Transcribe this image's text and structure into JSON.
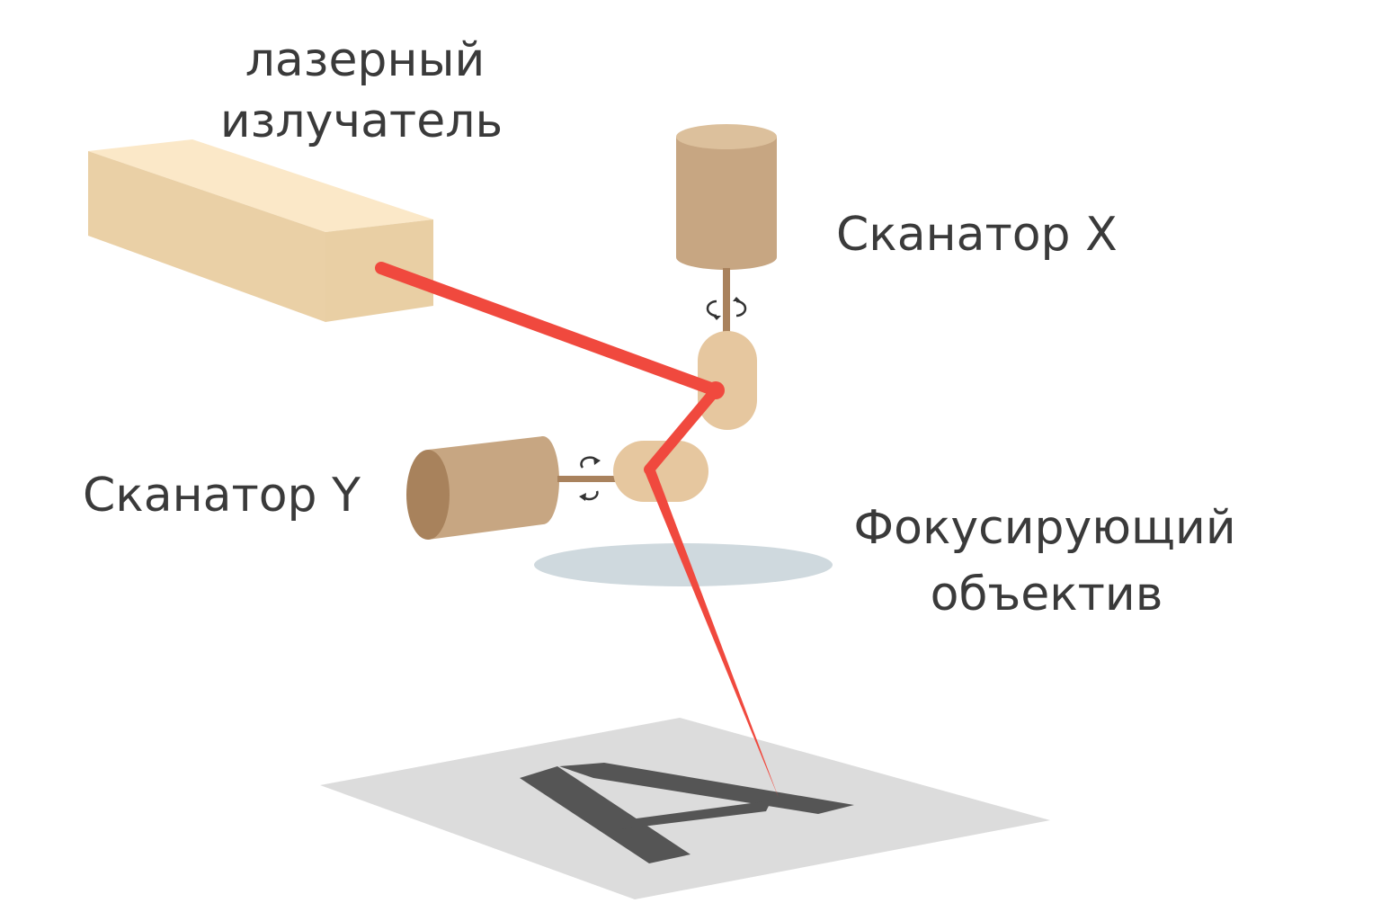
{
  "labels": {
    "laser_line1": "лазерный",
    "laser_line2": "излучатель",
    "scanner_x": "Сканатор X",
    "scanner_y": "Сканатор Y",
    "lens_line1": "Фокусирующий",
    "lens_line2": "объектив"
  },
  "work_letter": "A",
  "colors": {
    "beam": "#f0493e",
    "laser_body_front": "#ead0a6",
    "laser_body_top": "#fbe8c8",
    "motor_body": "#c7a682",
    "motor_top": "#dcc09c",
    "motor_end": "#a8825c",
    "mirror": "#e6c79f",
    "lens": "#cfd9de",
    "work_surface": "#dcdcdc",
    "letter": "#555555",
    "text": "#3a3a3a"
  }
}
